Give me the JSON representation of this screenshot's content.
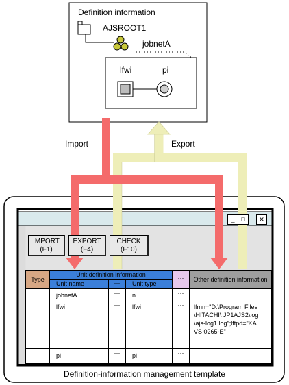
{
  "definition_box": {
    "title": "Definition information",
    "root_label": "AJSROOT1",
    "jobnet_label": "jobnetA",
    "unit1_label": "lfwi",
    "unit2_label": "pi"
  },
  "flows": {
    "import_label": "Import",
    "export_label": "Export"
  },
  "template": {
    "caption": "Definition-information management template",
    "buttons": [
      {
        "label": "IMPORT",
        "key": "(F1)"
      },
      {
        "label": "EXPORT",
        "key": "(F4)"
      },
      {
        "label": "CHECK",
        "key": "(F10)"
      }
    ],
    "window_controls": {
      "minimize": "_",
      "maximize": "□",
      "close": "✕"
    },
    "table": {
      "type_header": "Type",
      "unit_def_header": "Unit definition information",
      "unit_name_header": "Unit name",
      "ellipsis": "···",
      "unit_type_header": "Unit type",
      "other_header": "Other definition information",
      "rows": [
        {
          "name": "jobnetA",
          "dots1": "···",
          "type": "n",
          "dots2": "···",
          "other": ""
        },
        {
          "name": "lfwi",
          "dots1": "···",
          "type": "lfwi",
          "dots2": "···",
          "other": "lfmn=\"D:\\Program Files\\HITACHI\\ JP1AJS2\\log\\ajs-log1.log\";lftpd=\"KAVS 0265-E\""
        },
        {
          "name": "pi",
          "dots1": "···",
          "type": "pi",
          "dots2": "···",
          "other": ""
        }
      ]
    }
  },
  "colors": {
    "import_arrow": "#f46b6b",
    "export_arrow": "#eeeeb8",
    "type_header": "#d7a784",
    "unit_header": "#3b7fd9",
    "ellipsis_header": "#e6c8ec",
    "other_header": "#9e9e9e",
    "window_title": "#d9e9ec"
  }
}
